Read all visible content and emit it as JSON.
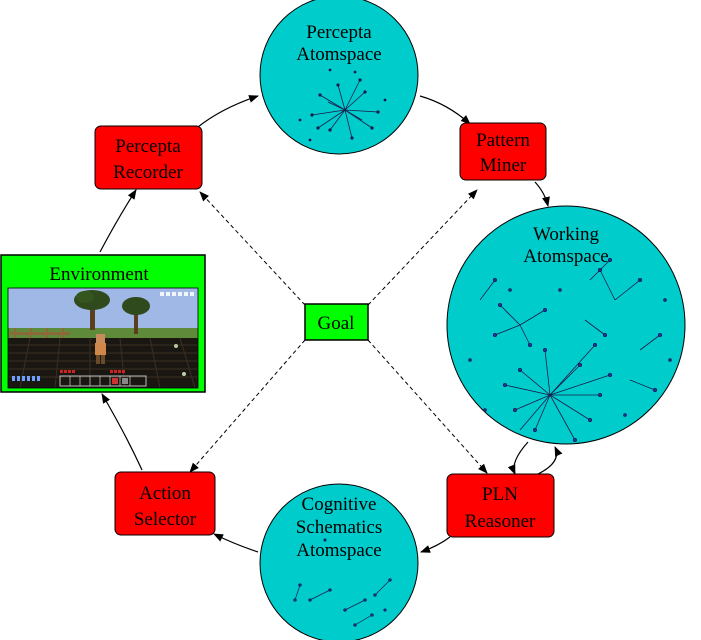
{
  "diagram": {
    "colors": {
      "module": "#ff0000",
      "atomspace": "#00cccc",
      "goal": "#00ff00",
      "environment": "#00ff00",
      "line": "#000000"
    },
    "atomspaces": {
      "percepta": {
        "line1": "Percepta",
        "line2": "Atomspace"
      },
      "working": {
        "line1": "Working",
        "line2": "Atomspace"
      },
      "cognitive": {
        "line1": "Cognitive",
        "line2": "Schematics",
        "line3": "Atomspace"
      }
    },
    "modules": {
      "percepta_recorder": {
        "line1": "Percepta",
        "line2": "Recorder"
      },
      "pattern_miner": {
        "line1": "Pattern",
        "line2": "Miner"
      },
      "pln_reasoner": {
        "line1": "PLN",
        "line2": "Reasoner"
      },
      "action_selector": {
        "line1": "Action",
        "line2": "Selector"
      }
    },
    "goal": {
      "label": "Goal"
    },
    "environment": {
      "title": "Environment",
      "image": "minecraft-game-scene"
    }
  }
}
